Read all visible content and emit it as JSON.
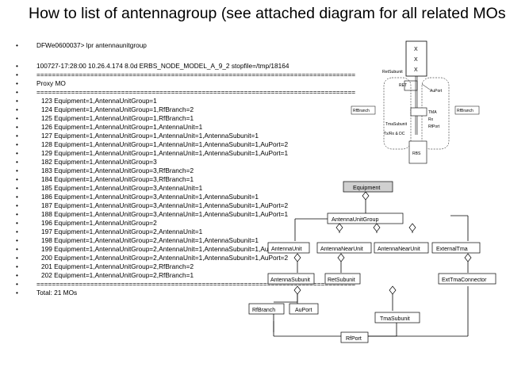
{
  "title": "How to list of antennagroup (see attached diagram for all related MOs",
  "bullet_char": "•",
  "lines": [
    "DFWe0600037> lpr antennaunitgroup",
    "",
    "100727-17:28:00 10.26.4.174 8.0d ERBS_NODE_MODEL_A_9_2 stopfile=/tmp/18164",
    "===================================================================================",
    "Proxy  MO",
    "===================================================================================",
    "123  Equipment=1,AntennaUnitGroup=1",
    "124  Equipment=1,AntennaUnitGroup=1,RfBranch=2",
    "125  Equipment=1,AntennaUnitGroup=1,RfBranch=1",
    "126  Equipment=1,AntennaUnitGroup=1,AntennaUnit=1",
    "127  Equipment=1,AntennaUnitGroup=1,AntennaUnit=1,AntennaSubunit=1",
    "128  Equipment=1,AntennaUnitGroup=1,AntennaUnit=1,AntennaSubunit=1,AuPort=2",
    "129  Equipment=1,AntennaUnitGroup=1,AntennaUnit=1,AntennaSubunit=1,AuPort=1",
    "182  Equipment=1,AntennaUnitGroup=3",
    "183  Equipment=1,AntennaUnitGroup=3,RfBranch=2",
    "184  Equipment=1,AntennaUnitGroup=3,RfBranch=1",
    "185  Equipment=1,AntennaUnitGroup=3,AntennaUnit=1",
    "186  Equipment=1,AntennaUnitGroup=3,AntennaUnit=1,AntennaSubunit=1",
    "187  Equipment=1,AntennaUnitGroup=3,AntennaUnit=1,AntennaSubunit=1,AuPort=2",
    "188  Equipment=1,AntennaUnitGroup=3,AntennaUnit=1,AntennaSubunit=1,AuPort=1",
    "196  Equipment=1,AntennaUnitGroup=2",
    "197  Equipment=1,AntennaUnitGroup=2,AntennaUnit=1",
    "198  Equipment=1,AntennaUnitGroup=2,AntennaUnit=1,AntennaSubunit=1",
    "199  Equipment=1,AntennaUnitGroup=2,AntennaUnit=1,AntennaSubunit=1,AuPort=1",
    "200  Equipment=1,AntennaUnitGroup=2,AntennaUnit=1,AntennaSubunit=1,AuPort=2",
    "201  Equipment=1,AntennaUnitGroup=2,RfBranch=2",
    "202  Equipment=1,AntennaUnitGroup=2,RfBranch=1",
    "===================================================================================",
    "Total: 21 MOs"
  ],
  "site_diagram": {
    "x_mark": "X",
    "labels": {
      "retsubunit": "RetSubunit",
      "ret": "RET",
      "auport": "AuPort",
      "rfbranch_left": "RfBranch",
      "rfbranch_right": "RfBranch",
      "tma": "TMA",
      "rx": "Rx",
      "rfport": "RfPort",
      "tmasubunit": "TmaSubunit",
      "txrxdc": "Tx/Rx & DC",
      "rbs": "RBS"
    }
  },
  "mo_diagram": {
    "equipment": "Equipment",
    "antennaunitgroup": "AntennaUnitGroup",
    "antennaunit": "AntennaUnit",
    "antennanearunit_1": "AntennaNearUnit",
    "antennanearunit_2": "AntennaNearUnit",
    "externaltma": "ExternalTma",
    "antennasubunit": "AntennaSubunit",
    "retsubunit": "RetSubunit",
    "exttmaconnector": "ExtTmaConnector",
    "rfbranch": "RfBranch",
    "auport": "AuPort",
    "tmasubunit": "TmaSubunit",
    "rfport": "RfPort"
  }
}
